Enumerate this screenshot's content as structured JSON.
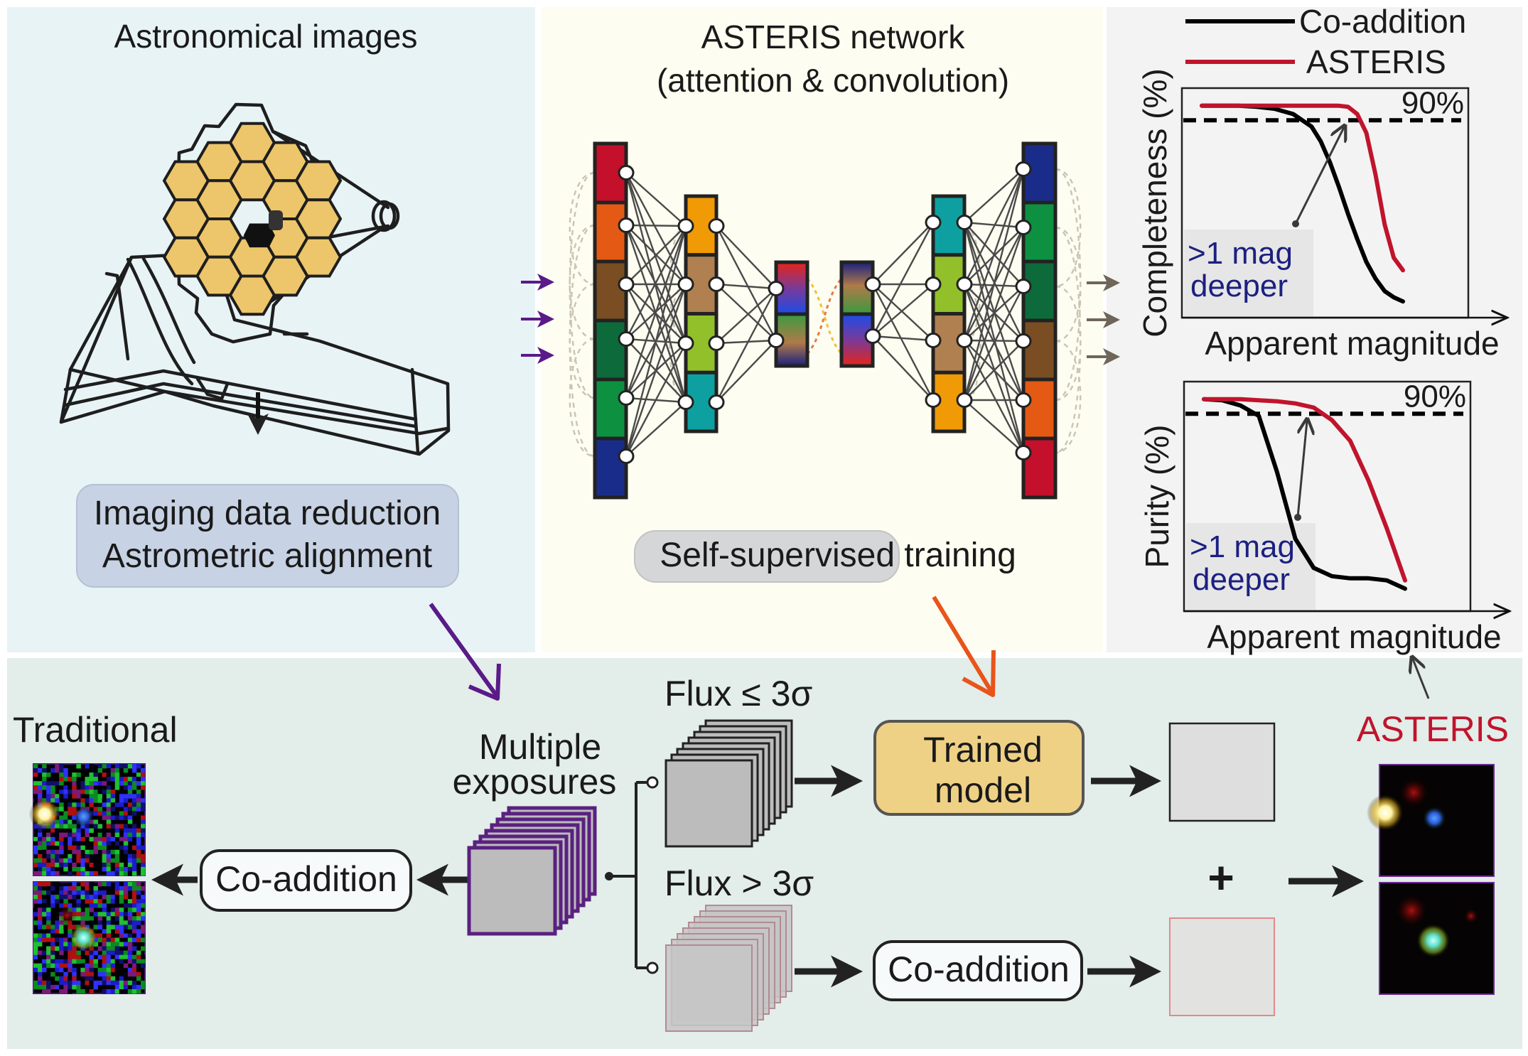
{
  "panels": {
    "astronomical": {
      "title": "Astronomical images",
      "step_box": [
        "Imaging data reduction",
        "Astrometric alignment"
      ],
      "bg": "#e8f3f6",
      "box_fill": "#c7d2e4"
    },
    "network": {
      "title_line1": "ASTERIS network",
      "title_line2": "(attention & convolution)",
      "training_label": "Self-supervised training",
      "bg": "#fdfdf1",
      "layers": [
        {
          "role": "encoder-input",
          "blocks": [
            "#c4102a",
            "#e45a14",
            "#7a4e22",
            "#0d6a3a",
            "#0d9140",
            "#1a2c8a"
          ]
        },
        {
          "role": "encoder-hidden",
          "blocks": [
            "#f09a06",
            "#b08050",
            "#92c02a",
            "#0ea0a0"
          ]
        },
        {
          "role": "bottleneck-in",
          "blocks": [
            "gradient-red-blue",
            "gradient-green-brown-navy"
          ]
        },
        {
          "role": "bottleneck-out",
          "blocks": [
            "gradient-navy-brown-green",
            "gradient-blue-red"
          ]
        },
        {
          "role": "decoder-hidden",
          "blocks": [
            "#0ea0a0",
            "#92c02a",
            "#b08050",
            "#f09a06"
          ]
        },
        {
          "role": "decoder-output",
          "blocks": [
            "#1a2c8a",
            "#0d9140",
            "#0d6a3a",
            "#7a4e22",
            "#e45a14",
            "#c4102a"
          ]
        }
      ]
    },
    "results": {
      "bg": "#f3f3f3",
      "legend": [
        {
          "label": "Co-addition",
          "color": "#000000"
        },
        {
          "label": "ASTERIS",
          "color": "#c0142c"
        }
      ]
    },
    "pipeline": {
      "bg": "#e3ede9",
      "traditional_label": "Traditional",
      "coaddition_left": "Co-addition",
      "exposures_line1": "Multiple",
      "exposures_line2": "exposures",
      "flux_low": "Flux ≤ 3σ",
      "flux_high": "Flux > 3σ",
      "trained_model_line1": "Trained",
      "trained_model_line2": "model",
      "trained_model_fill": "#efd186",
      "coaddition_right": "Co-addition",
      "plus": "+",
      "asteris_label": "ASTERIS"
    }
  },
  "chart_data": [
    {
      "type": "line",
      "title": "",
      "xlabel": "Apparent magnitude",
      "ylabel": "Completeness (%)",
      "threshold": {
        "value": 90,
        "label": "90%"
      },
      "annotation": ">1 mag deeper",
      "annotation_lines": [
        ">1 mag",
        "deeper"
      ],
      "x": [
        0,
        0.5,
        1,
        1.5,
        2,
        2.5,
        3,
        3.25,
        3.5,
        3.75,
        4,
        4.25,
        4.5,
        4.75,
        5,
        5.25,
        5.5
      ],
      "series": [
        {
          "name": "Co-addition",
          "values": [
            97,
            97,
            97,
            96.5,
            95.5,
            93,
            87,
            80,
            70,
            58,
            45,
            33,
            22,
            14,
            8,
            5,
            3
          ]
        },
        {
          "name": "ASTERIS",
          "values": [
            97,
            97,
            97,
            97,
            97,
            97,
            97,
            97,
            97,
            97,
            96.5,
            93,
            84,
            64,
            40,
            24,
            18
          ]
        }
      ],
      "ylim": [
        0,
        100
      ],
      "grid": false,
      "legend": "top"
    },
    {
      "type": "line",
      "title": "",
      "xlabel": "Apparent magnitude",
      "ylabel": "Purity (%)",
      "threshold": {
        "value": 90,
        "label": "90%"
      },
      "annotation": ">1 mag deeper",
      "annotation_lines": [
        ">1 mag",
        "deeper"
      ],
      "x": [
        0,
        0.5,
        1,
        1.5,
        2,
        2.5,
        3,
        3.5,
        4,
        4.5,
        5,
        5.5
      ],
      "series": [
        {
          "name": "Co-addition",
          "values": [
            97,
            96.5,
            94,
            89,
            62,
            30,
            16,
            12,
            11,
            11,
            10,
            6
          ]
        },
        {
          "name": "ASTERIS",
          "values": [
            97,
            97,
            97,
            96.5,
            96,
            95,
            93,
            87,
            77,
            58,
            35,
            10
          ]
        }
      ],
      "ylim": [
        0,
        100
      ],
      "grid": false,
      "legend": "top"
    }
  ]
}
